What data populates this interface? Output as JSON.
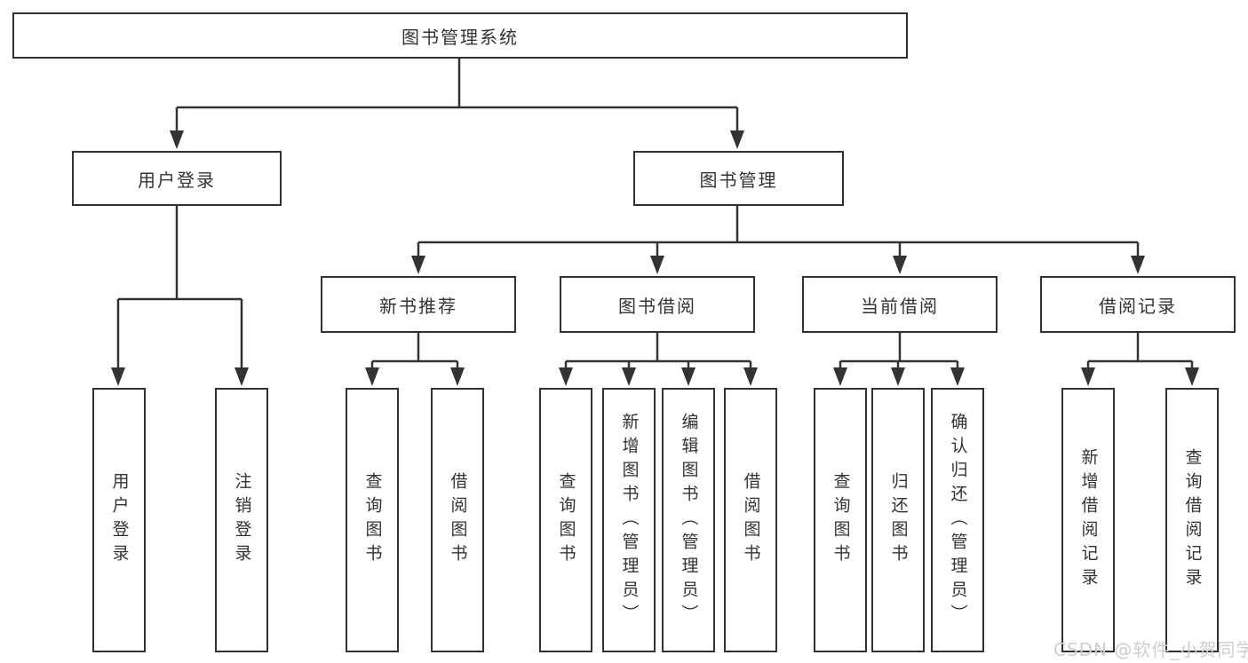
{
  "diagram": {
    "root": {
      "label": "图书管理系统",
      "children": [
        {
          "label": "用户登录",
          "children": [
            {
              "label": "用户登录"
            },
            {
              "label": "注销登录"
            }
          ]
        },
        {
          "label": "图书管理",
          "children": [
            {
              "label": "新书推荐",
              "children": [
                {
                  "label": "查询图书"
                },
                {
                  "label": "借阅图书"
                }
              ]
            },
            {
              "label": "图书借阅",
              "children": [
                {
                  "label": "查询图书"
                },
                {
                  "label": "新增图书（管理员）"
                },
                {
                  "label": "编辑图书（管理员）"
                },
                {
                  "label": "借阅图书"
                }
              ]
            },
            {
              "label": "当前借阅",
              "children": [
                {
                  "label": "查询图书"
                },
                {
                  "label": "归还图书"
                },
                {
                  "label": "确认归还（管理员）"
                }
              ]
            },
            {
              "label": "借阅记录",
              "children": [
                {
                  "label": "新增借阅记录"
                },
                {
                  "label": "查询借阅记录"
                }
              ]
            }
          ]
        }
      ]
    }
  },
  "watermark": {
    "text": "CSDN @软件_小贺同学"
  },
  "colors": {
    "line": "#333333",
    "text": "#333333",
    "box_border": "#313131",
    "background": "#ffffff",
    "watermark": "#c9ced4"
  }
}
